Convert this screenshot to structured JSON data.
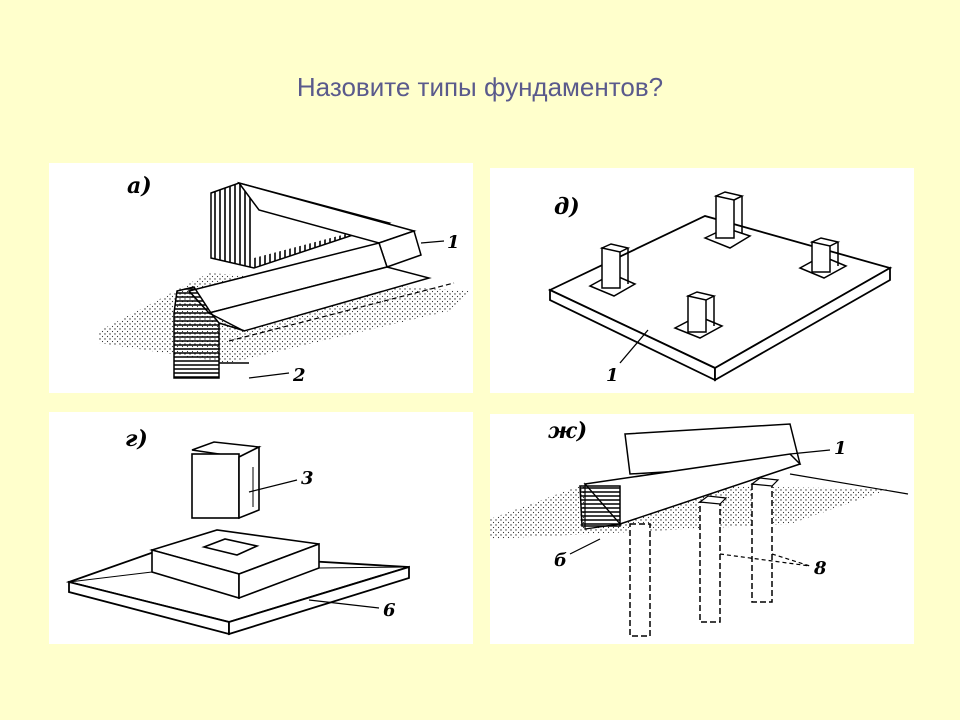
{
  "slide": {
    "title": "Назовите типы фундаментов?"
  },
  "panels": {
    "a": {
      "letter": "а)",
      "callouts": [
        "1",
        "2"
      ]
    },
    "d": {
      "letter": "д)",
      "callouts": [
        "1"
      ]
    },
    "g": {
      "letter": "г)",
      "callouts": [
        "3",
        "6"
      ]
    },
    "zh": {
      "letter": "ж)",
      "callouts": [
        "1",
        "б",
        "8"
      ]
    }
  },
  "colors": {
    "background": "#ffffcc",
    "title": "#5a5a8c",
    "panel": "#ffffff",
    "ink": "#000000"
  }
}
